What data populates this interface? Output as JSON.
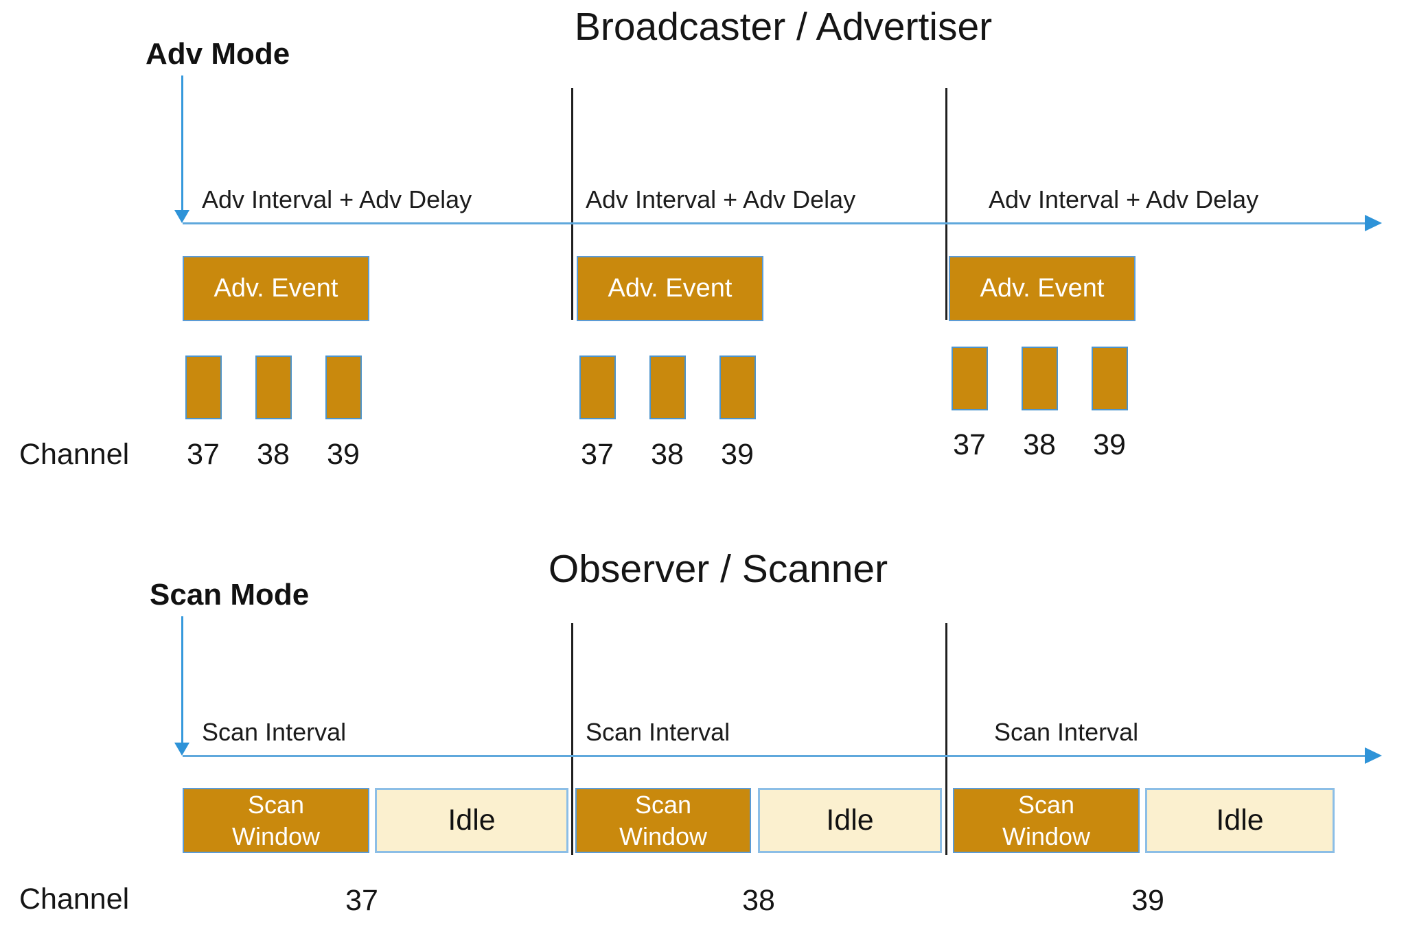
{
  "colors": {
    "gold_fill": "#C9890D",
    "idle_fill": "#FBF0CF",
    "box_border_blue": "#5B9BD5",
    "idle_border_blue": "#8CBEE6",
    "arrow_blue": "#2E93D8",
    "timeline_blue": "#5FA8DC",
    "separator_black": "#1f1f1f",
    "text_black": "#151515"
  },
  "advertiser": {
    "title": "Broadcaster / Advertiser",
    "mode_label": "Adv Mode",
    "channel_label": "Channel",
    "sections": [
      {
        "interval_label": "Adv Interval + Adv Delay",
        "event_label": "Adv. Event",
        "channels": [
          "37",
          "38",
          "39"
        ]
      },
      {
        "interval_label": "Adv Interval + Adv Delay",
        "event_label": "Adv. Event",
        "channels": [
          "37",
          "38",
          "39"
        ]
      },
      {
        "interval_label": "Adv Interval + Adv Delay",
        "event_label": "Adv. Event",
        "channels": [
          "37",
          "38",
          "39"
        ]
      }
    ]
  },
  "scanner": {
    "title": "Observer / Scanner",
    "mode_label": "Scan Mode",
    "channel_label": "Channel",
    "sections": [
      {
        "interval_label": "Scan Interval",
        "scan_window_label": "Scan\nWindow",
        "idle_label": "Idle",
        "channel": "37"
      },
      {
        "interval_label": "Scan Interval",
        "scan_window_label": "Scan\nWindow",
        "idle_label": "Idle",
        "channel": "38"
      },
      {
        "interval_label": "Scan Interval",
        "scan_window_label": "Scan\nWindow",
        "idle_label": "Idle",
        "channel": "39"
      }
    ]
  }
}
